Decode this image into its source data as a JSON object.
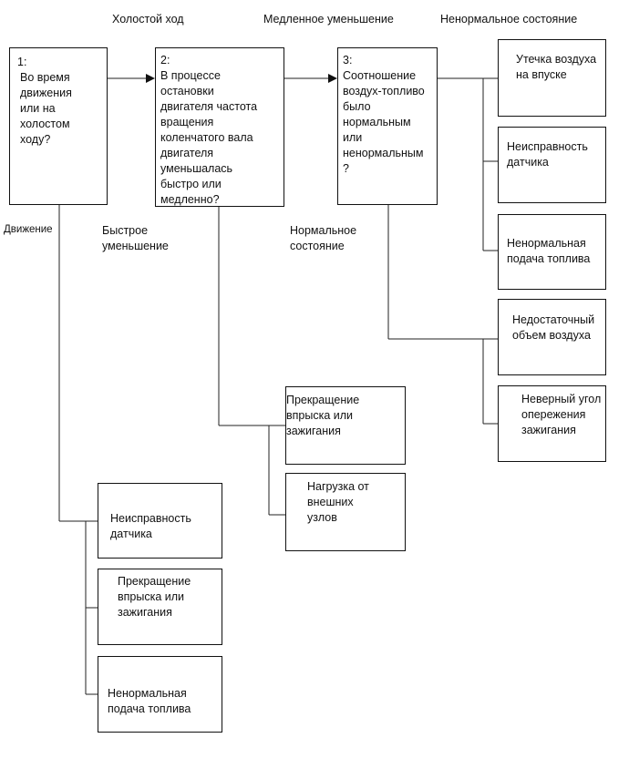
{
  "headers": {
    "idle": "Холостой ход",
    "slow": "Медленное уменьшение",
    "abnormal": "Ненормальное состояние"
  },
  "edge_labels": {
    "movement": "Движение",
    "fast": "Быстрое\nуменьшение",
    "normal": "Нормальное\nсостояние"
  },
  "questions": [
    {
      "num": "1:",
      "text": "Во время\nдвижения\nили на\nхолостом\nходу?"
    },
    {
      "num": "2:",
      "text": "В процессе\nостановки\nдвигателя частота\nвращения\nколенчатого вала\nдвигателя\nуменьшалась\nбыстро или\nмедленно?"
    },
    {
      "num": "3:",
      "text": "Соотношение\nвоздух-топливо\nбыло\nнормальным\nили\nненормальным\n?"
    }
  ],
  "results": {
    "air_leak": "Утечка воздуха\nна впуске",
    "sensor_fault_right": "Неисправность\nдатчика",
    "fuel_feed_right": "Ненормальная\nподача топлива",
    "insufficient_air": "Недостаточный\nобъем воздуха",
    "ignition_timing": "Неверный угол\nопережения\nзажигания",
    "cutoff_mid": "Прекращение\nвпрыска или\nзажигания",
    "external_load": "Нагрузка от\nвнешних\nузлов",
    "sensor_fault_left": "Неисправность\nдатчика",
    "cutoff_left": "Прекращение\nвпрыска или\nзажигания",
    "fuel_feed_left": "Ненормальная\nподача топлива"
  }
}
